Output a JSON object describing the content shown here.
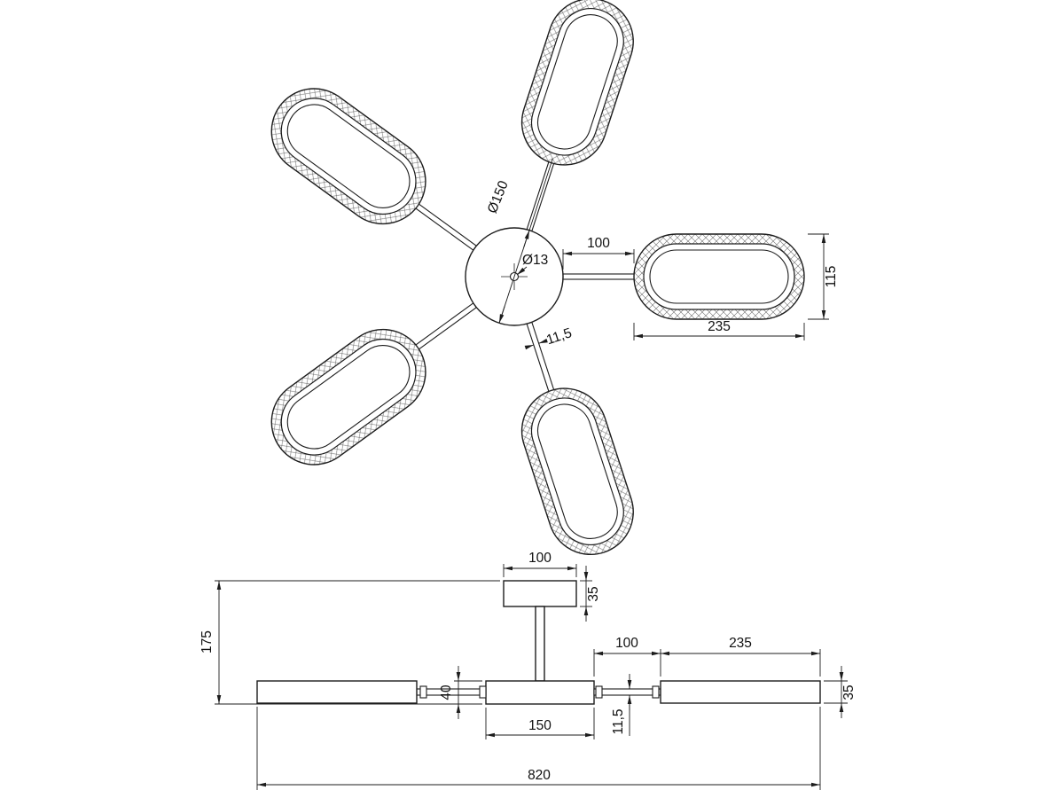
{
  "colors": {
    "background": "#ffffff",
    "line": "#1c1c1c"
  },
  "top_view": {
    "hub_diameter": "Ø150",
    "center_hole_diameter": "Ø13",
    "arm_length": "100",
    "shade_width": "115",
    "shade_length": "235",
    "tube_diameter": "11,5"
  },
  "side_view": {
    "canopy_width": "100",
    "canopy_height": "35",
    "height": "175",
    "arm_gap": "100",
    "shade_length": "235",
    "body_depth": "40",
    "tube_diameter": "11,5",
    "body_length": "150",
    "shade_height": "35",
    "overall_width": "820"
  }
}
